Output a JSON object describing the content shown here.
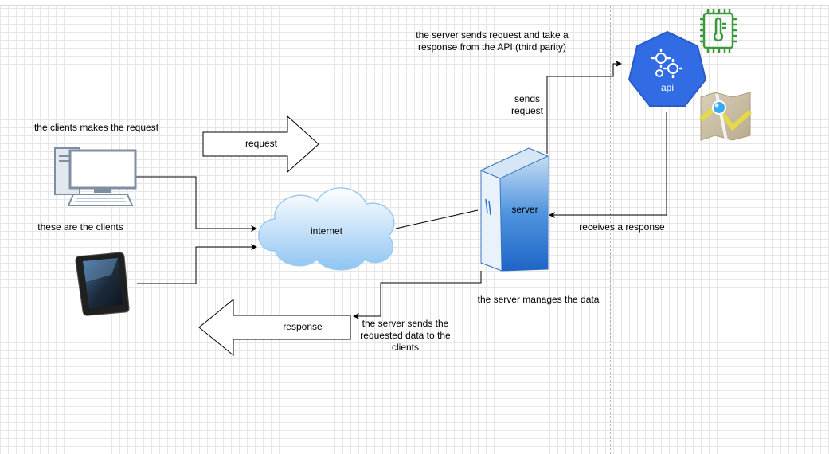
{
  "colors": {
    "api_blue": "#326ce5",
    "server_blue": "#2a76d2",
    "cloud_blue": "#8fc5f2",
    "chip_green": "#3a9a3a",
    "line": "#000000"
  },
  "labels": {
    "clients_request": "the clients makes the request",
    "these_are_clients": "these are the clients",
    "request_arrow": "request",
    "response_arrow": "response",
    "internet": "internet",
    "server": "server",
    "server_sends_request_api": "the server sends request and take a response from the API (third parity)",
    "sends_request": "sends request",
    "api": "api",
    "receives_response": "receives a response",
    "server_manages": "the server manages the data",
    "server_sends_data": "the server sends the requested data to the clients"
  },
  "icons": {
    "desktop": "desktop-computer-icon",
    "tablet": "tablet-icon",
    "cloud": "cloud-icon",
    "server": "server-tower-icon",
    "api": "kubernetes-api-icon",
    "iot": "iot-thermometer-chip-icon",
    "map": "map-location-icon"
  }
}
